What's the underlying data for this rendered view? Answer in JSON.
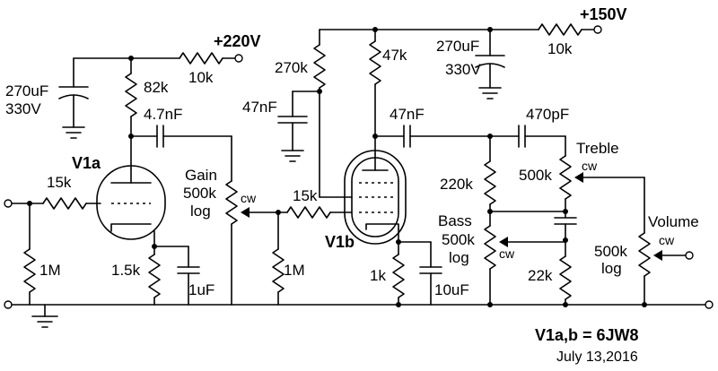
{
  "rails": {
    "b_plus_high": "+220V",
    "b_plus_low": "+150V"
  },
  "tubes": {
    "v1a": "V1a",
    "v1b": "V1b",
    "type_note": "V1a,b = 6JW8",
    "date": "July 13,2016"
  },
  "supply": {
    "c_left": "270uF",
    "c_left_v": "330V",
    "r_left": "10k",
    "c_right": "270uF",
    "c_right_v": "330V",
    "r_right": "10k"
  },
  "stage1": {
    "r_plate": "82k",
    "c_couple": "4.7nF",
    "r_grid_stop": "15k",
    "r_grid": "1M",
    "r_cathode": "1.5k",
    "c_cathode": "1uF"
  },
  "gain": {
    "name": "Gain",
    "value": "500k",
    "taper": "log",
    "cw": "cw"
  },
  "stage2": {
    "r_grid_stop": "15k",
    "r_grid": "1M",
    "r_plate2": "270k",
    "c_decouple": "47nF",
    "r_plate": "47k",
    "c_couple": "47nF",
    "r_cathode": "1k",
    "c_cathode": "10uF"
  },
  "tonestack": {
    "c_treble": "470pF",
    "r_slope": "220k",
    "treble": {
      "name": "Treble",
      "value": "500k",
      "cw": "cw"
    },
    "bass": {
      "name": "Bass",
      "value": "500k",
      "taper": "log",
      "cw": "cw"
    },
    "r_mid": "22k"
  },
  "volume": {
    "name": "Volume",
    "value": "500k",
    "taper": "log",
    "cw": "cw"
  }
}
